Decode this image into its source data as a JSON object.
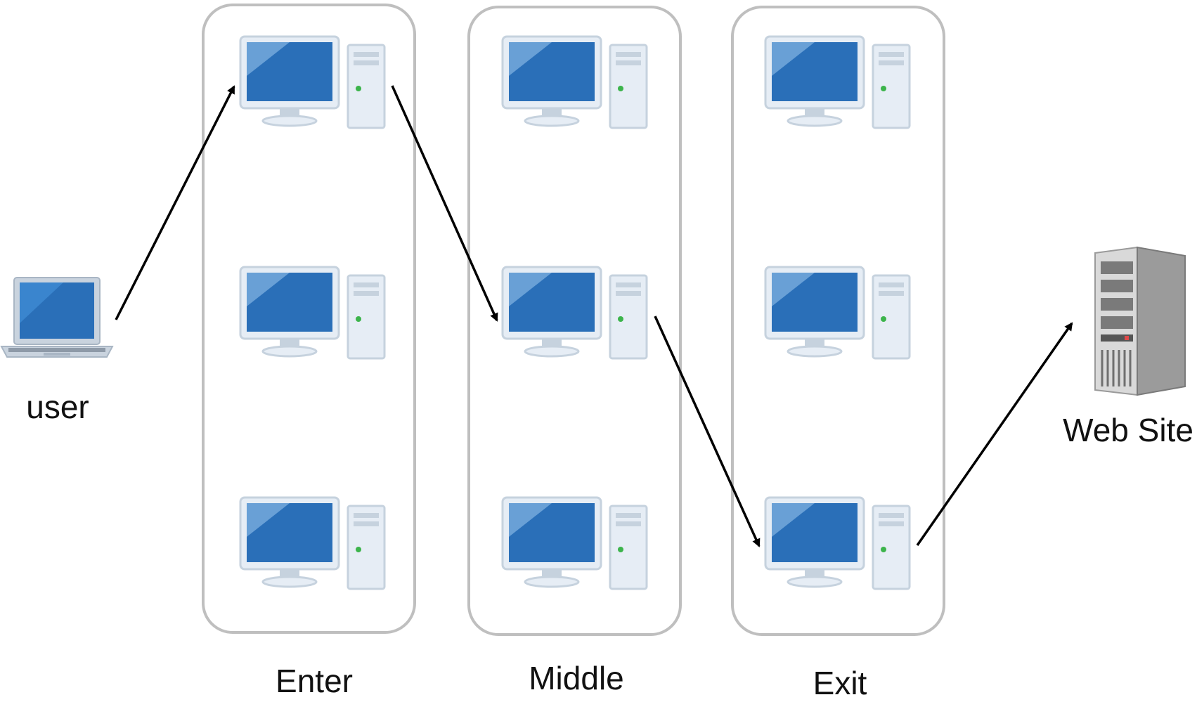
{
  "labels": {
    "user": "user",
    "web_site": "Web Site",
    "enter": "Enter",
    "middle": "Middle",
    "exit": "Exit"
  },
  "groups": [
    {
      "id": "enter",
      "node_count": 3
    },
    {
      "id": "middle",
      "node_count": 3
    },
    {
      "id": "exit",
      "node_count": 3
    }
  ],
  "route": [
    "user",
    "enter-1",
    "middle-2",
    "exit-3",
    "web-site"
  ],
  "colors": {
    "screen_blue": "#2a6fb8",
    "screen_highlight": "#7fb0e0",
    "case_light": "#e6edf5",
    "case_edge": "#c6d2de",
    "power_led": "#3cb44b",
    "group_border": "#bfbfbf",
    "arrow": "#000000",
    "server_gray": "#8e8e8e"
  },
  "icons": {
    "user": "laptop-icon",
    "relay_node": "desktop-computer-icon",
    "web_site": "server-tower-icon"
  }
}
